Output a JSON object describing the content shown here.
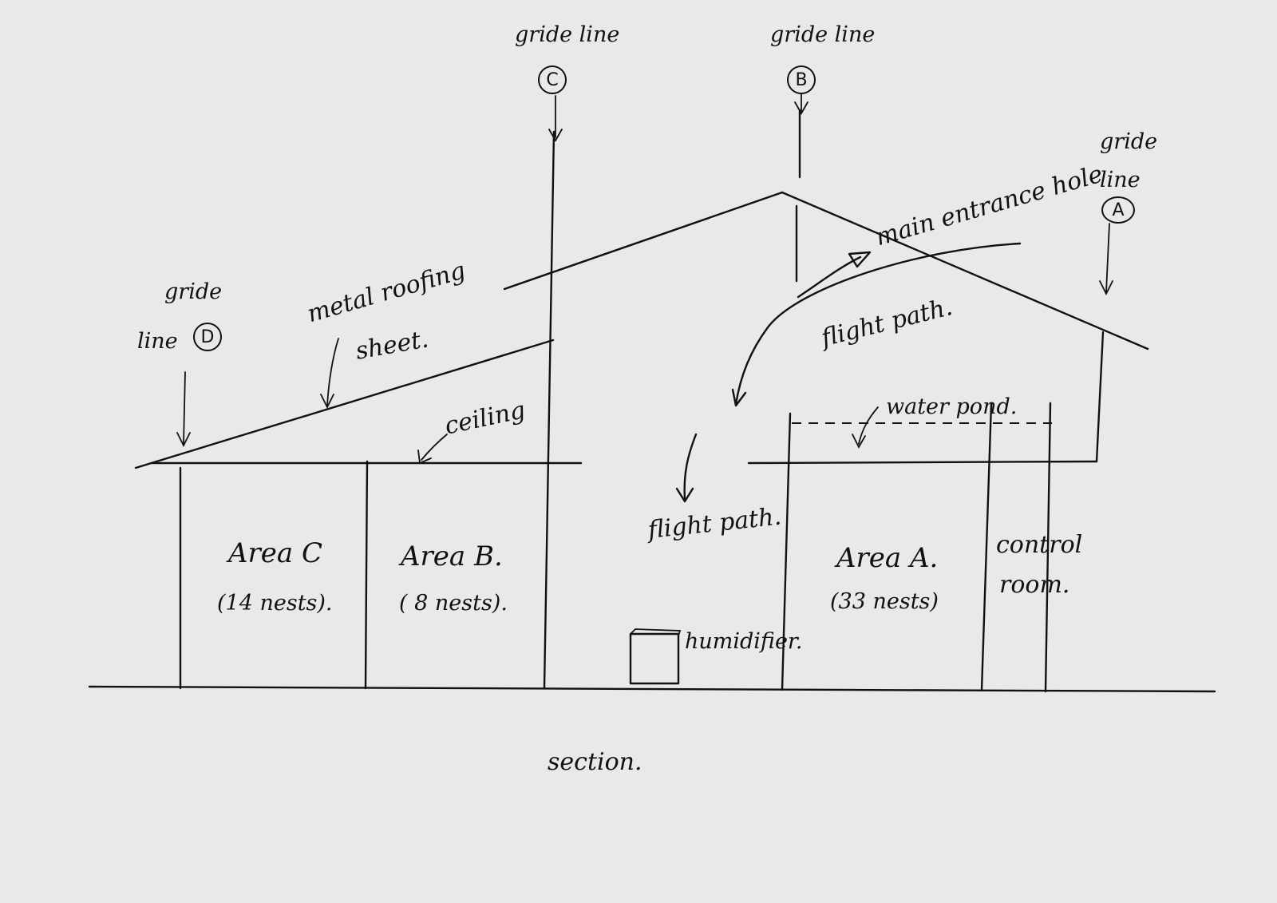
{
  "grid_lines": {
    "A": {
      "label_line1": "gride",
      "label_line2": "line",
      "letter": "A"
    },
    "B": {
      "label": "gride line",
      "letter": "B"
    },
    "C": {
      "label": "gride line",
      "letter": "C"
    },
    "D": {
      "label_line1": "gride",
      "label_line2": "line",
      "letter": "D"
    }
  },
  "annotations": {
    "metal_roofing_line1": "metal roofing",
    "metal_roofing_line2": "sheet.",
    "ceiling": "ceiling",
    "main_entrance_hole": "main entrance hole",
    "flight_path_upper": "flight path.",
    "flight_path_lower": "flight path.",
    "water_pond": "water pond.",
    "humidifier": "humidifier.",
    "section": "section."
  },
  "areas": [
    {
      "name": "Area C",
      "nests": "(14 nests)."
    },
    {
      "name": "Area B.",
      "nests": "( 8 nests)."
    },
    {
      "name": "Area A.",
      "nests": "(33 nests)"
    }
  ],
  "control_room": {
    "line1": "control",
    "line2": "room."
  }
}
